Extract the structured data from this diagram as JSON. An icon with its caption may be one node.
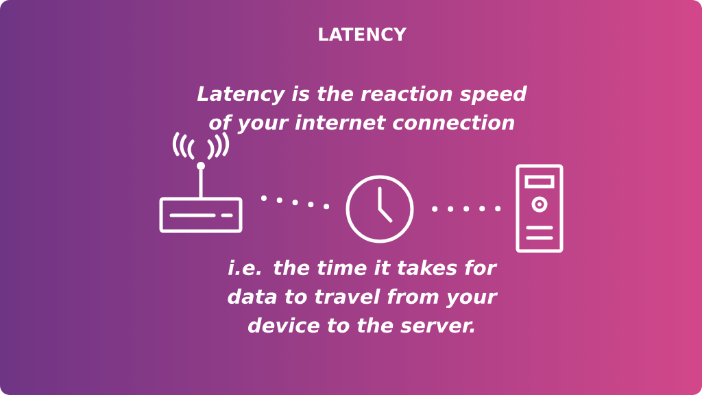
{
  "diagram": {
    "title": "LATENCY",
    "nodes": [
      {
        "text": [],
        "shape": "picture"
      },
      {
        "text": [],
        "shape": "picture"
      },
      {
        "text": [],
        "shape": "picture"
      }
    ],
    "edges": [
      {
        "from": 0,
        "to": 1,
        "arrow": "none",
        "style": "dashed"
      },
      {
        "from": 1,
        "to": 2,
        "arrow": "none",
        "style": "dashed"
      }
    ],
    "labels": [
      "Latency is the reaction speed of your internet connection",
      "i.e. the time it takes for data to travel from your device to the server."
    ]
  }
}
